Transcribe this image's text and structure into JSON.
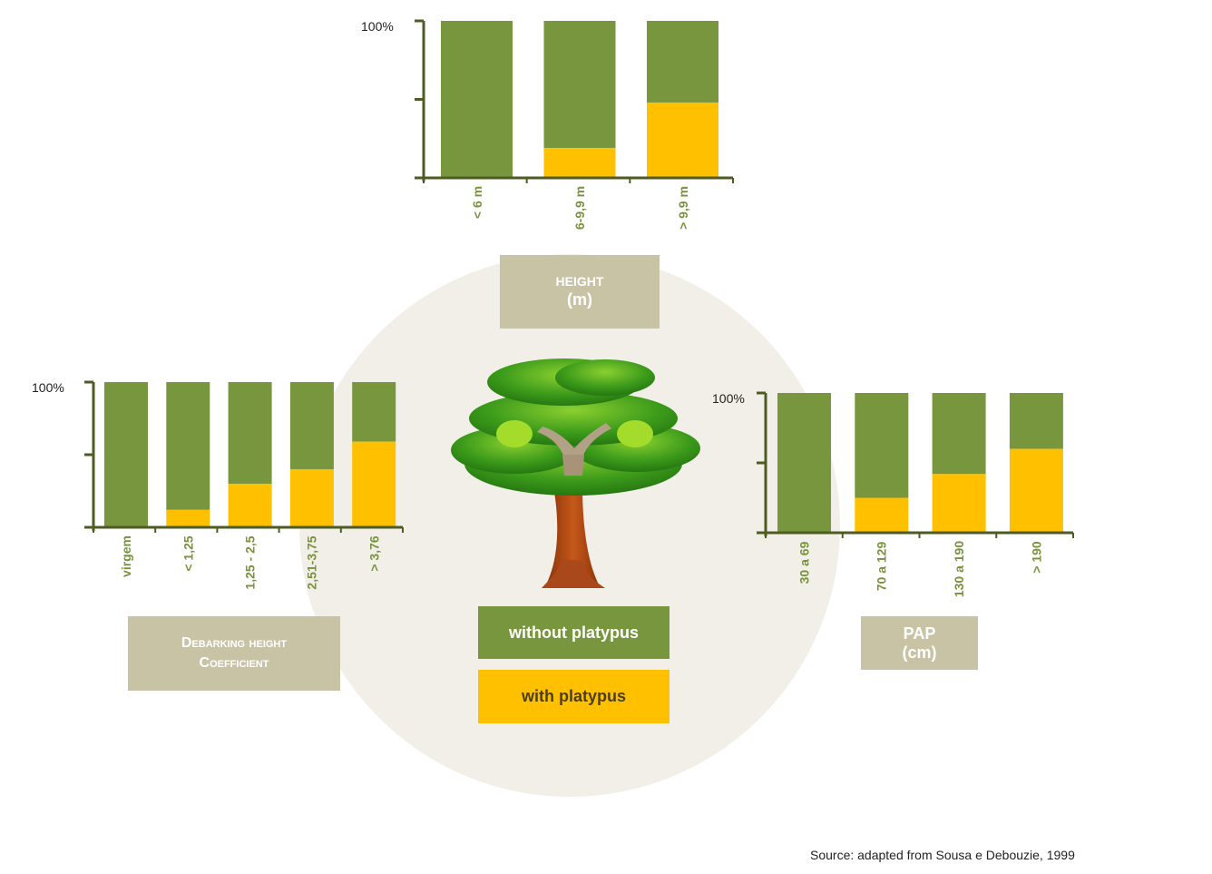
{
  "colors": {
    "without": "#78963e",
    "with": "#ffc000",
    "axis": "#4e5b23",
    "label": "#78933c",
    "title_bg": "#c9c3a6",
    "circle": "#f2efe8"
  },
  "legend": {
    "without_label": "without platypus",
    "with_label": "with platypus"
  },
  "chart_data": [
    {
      "type": "bar",
      "stacked": true,
      "title": [
        "HEIGHT",
        "(m)"
      ],
      "top_tick_label": "100%",
      "ylim": [
        0,
        100
      ],
      "categories": [
        "< 6 m",
        "6-9,9 m",
        "> 9,9 m"
      ],
      "series": [
        {
          "name": "with platypus",
          "values": [
            0,
            19,
            48
          ]
        },
        {
          "name": "without platypus",
          "values": [
            100,
            81,
            52
          ]
        }
      ]
    },
    {
      "type": "bar",
      "stacked": true,
      "title": [
        "Debarking height",
        "Coefficient"
      ],
      "top_tick_label": "100%",
      "ylim": [
        0,
        100
      ],
      "categories": [
        "virgem",
        "< 1,25",
        "1,25 - 2,5",
        "2,51-3,75",
        "> 3,76"
      ],
      "series": [
        {
          "name": "with platypus",
          "values": [
            0,
            12,
            30,
            40,
            59
          ]
        },
        {
          "name": "without platypus",
          "values": [
            100,
            88,
            70,
            60,
            41
          ]
        }
      ]
    },
    {
      "type": "bar",
      "stacked": true,
      "title": [
        "PAP",
        "(cm)"
      ],
      "top_tick_label": "100%",
      "ylim": [
        0,
        100
      ],
      "categories": [
        "30 a 69",
        "70 a 129",
        "130 a 190",
        "> 190"
      ],
      "series": [
        {
          "name": "with platypus",
          "values": [
            0,
            25,
            42,
            60
          ]
        },
        {
          "name": "without platypus",
          "values": [
            100,
            75,
            58,
            40
          ]
        }
      ]
    }
  ],
  "source": "Source: adapted from Sousa e Debouzie, 1999"
}
